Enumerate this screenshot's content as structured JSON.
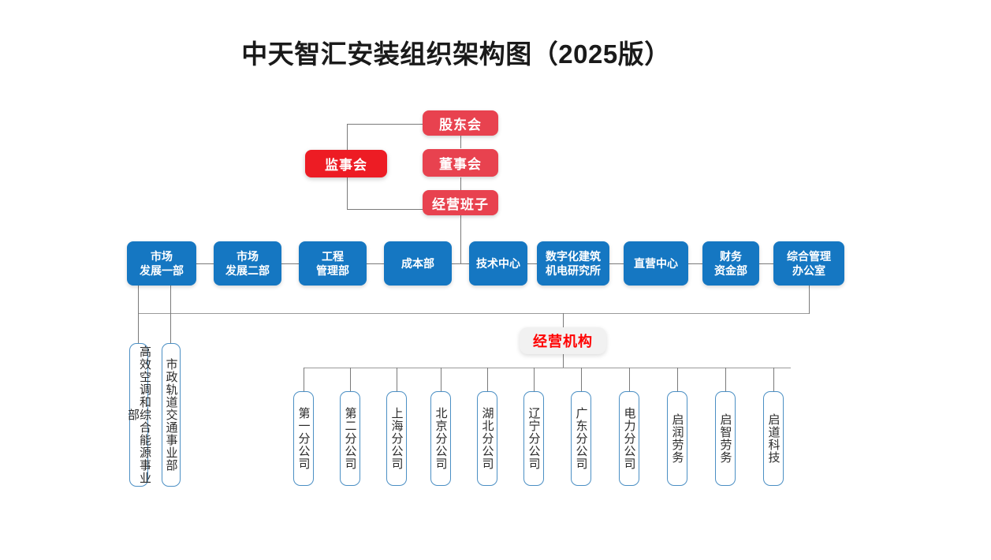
{
  "title": "中天智汇安装组织架构图（2025版）",
  "colors": {
    "accent_blue": "#1577C2",
    "accent_red": "#E8424F",
    "accent_red_strong": "#ED1C24",
    "leaf_border": "#4B8FC4",
    "light_node_bg": "#F1F1F1",
    "light_node_text": "#FF0000",
    "connector": "#7a7a7a"
  },
  "governance": {
    "shareholders": "股东会",
    "supervisors": "监事会",
    "board": "董事会",
    "management": "经营班子"
  },
  "departments": [
    {
      "label": "市场\n发展一部"
    },
    {
      "label": "市场\n发展二部"
    },
    {
      "label": "工程\n管理部"
    },
    {
      "label": "成本部"
    },
    {
      "label": "技术中心"
    },
    {
      "label": "数字化建筑\n机电研究所"
    },
    {
      "label": "直营中心"
    },
    {
      "label": "财务\n资金部"
    },
    {
      "label": "综合管理\n办公室"
    }
  ],
  "business_units_node": "经营机构",
  "market_divisions": [
    {
      "label": "高效空调和综合能源事业部"
    },
    {
      "label": "市政轨道交通事业部"
    }
  ],
  "branches": [
    {
      "label": "第一分公司"
    },
    {
      "label": "第二分公司"
    },
    {
      "label": "上海分公司"
    },
    {
      "label": "北京分公司"
    },
    {
      "label": "湖北分公司"
    },
    {
      "label": "辽宁分公司"
    },
    {
      "label": "广东分公司"
    },
    {
      "label": "电力分公司"
    },
    {
      "label": "启润劳务"
    },
    {
      "label": "启智劳务"
    },
    {
      "label": "启道科技"
    }
  ]
}
